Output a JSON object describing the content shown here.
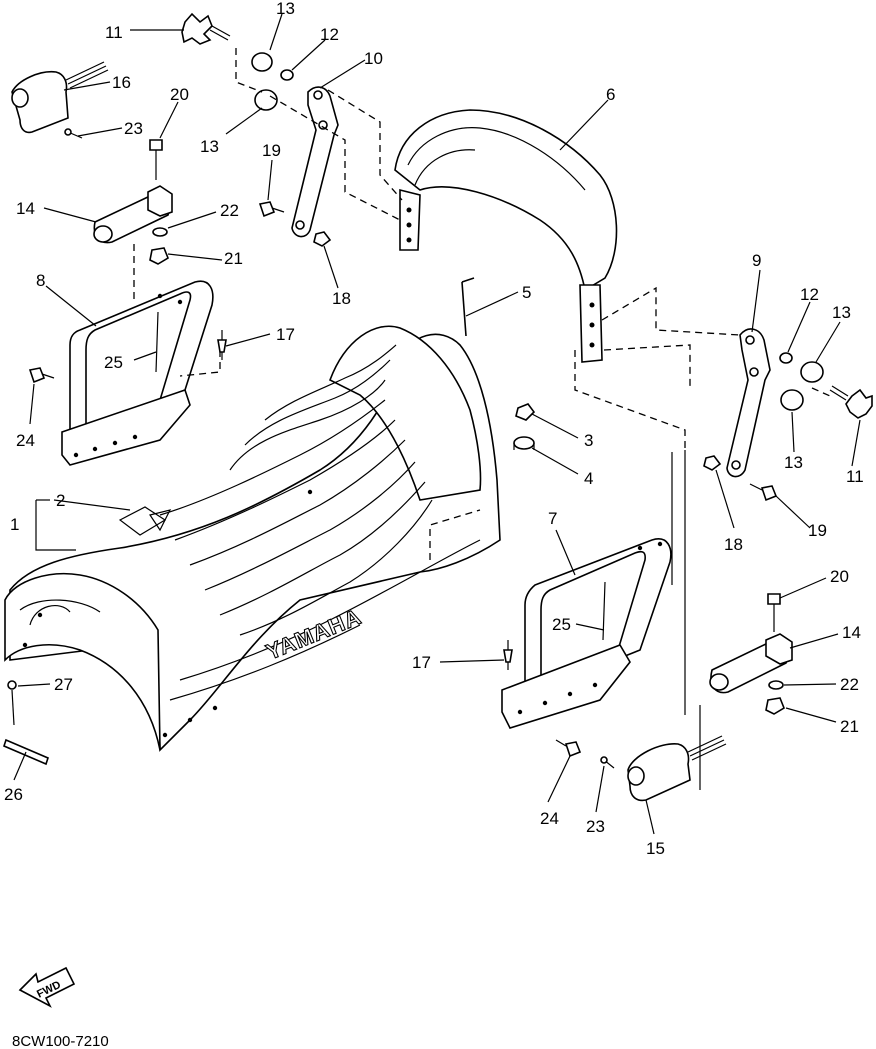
{
  "diagram": {
    "drawing_code": "8CW100-7210",
    "brand_text": "YAMAHA",
    "direction_text": "FWD",
    "callouts": [
      {
        "text": "13"
      },
      {
        "text": "11"
      },
      {
        "text": "12"
      },
      {
        "text": "10"
      },
      {
        "text": "16"
      },
      {
        "text": "20"
      },
      {
        "text": "23"
      },
      {
        "text": "13"
      },
      {
        "text": "19"
      },
      {
        "text": "6"
      },
      {
        "text": "14"
      },
      {
        "text": "22"
      },
      {
        "text": "21"
      },
      {
        "text": "18"
      },
      {
        "text": "8"
      },
      {
        "text": "5"
      },
      {
        "text": "9"
      },
      {
        "text": "12"
      },
      {
        "text": "13"
      },
      {
        "text": "17"
      },
      {
        "text": "25"
      },
      {
        "text": "24"
      },
      {
        "text": "3"
      },
      {
        "text": "4"
      },
      {
        "text": "13"
      },
      {
        "text": "11"
      },
      {
        "text": "2"
      },
      {
        "text": "1"
      },
      {
        "text": "18"
      },
      {
        "text": "19"
      },
      {
        "text": "7"
      },
      {
        "text": "20"
      },
      {
        "text": "25"
      },
      {
        "text": "14"
      },
      {
        "text": "17"
      },
      {
        "text": "27"
      },
      {
        "text": "22"
      },
      {
        "text": "21"
      },
      {
        "text": "26"
      },
      {
        "text": "24"
      },
      {
        "text": "23"
      },
      {
        "text": "15"
      }
    ]
  }
}
